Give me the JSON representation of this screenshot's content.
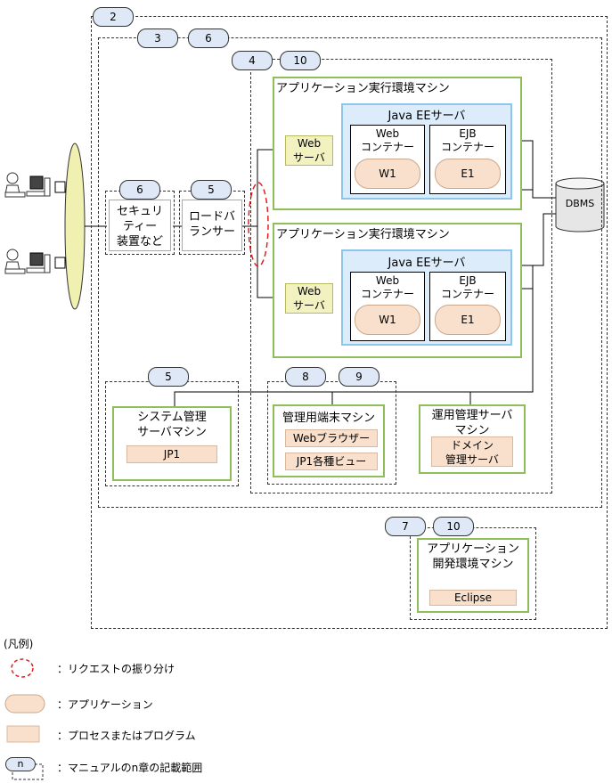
{
  "badges": {
    "outer": "2",
    "box_a1": "3",
    "box_a2": "6",
    "box_b1": "4",
    "box_b2": "10",
    "security": "6",
    "loadbalancer": "5",
    "sysmgmt": "5",
    "terminal1": "8",
    "terminal2": "9",
    "dev1": "7",
    "dev2": "10"
  },
  "app_machine_title": "アプリケーション実行環境マシン",
  "java_ee_server": "Java EEサーバ",
  "web_server": [
    "Web",
    "サーバ"
  ],
  "web_container": [
    "Web",
    "コンテナー"
  ],
  "ejb_container": [
    "EJB",
    "コンテナー"
  ],
  "app_w1": "W1",
  "app_e1": "E1",
  "dbms": "DBMS",
  "security_device": [
    "セキュリ",
    "ティー",
    "装置など"
  ],
  "load_balancer": [
    "ロードバ",
    "ランサー"
  ],
  "system_mgmt": {
    "title": [
      "システム管理",
      "サーバマシン"
    ],
    "program": "JP1"
  },
  "terminal": {
    "title": "管理用端末マシン",
    "programs": [
      "Webブラウザー",
      "JP1各種ビュー"
    ]
  },
  "ops_mgmt": {
    "title": [
      "運用管理サーバ",
      "マシン"
    ],
    "program": [
      "ドメイン",
      "管理サーバ"
    ]
  },
  "dev_machine": {
    "title": [
      "アプリケーション",
      "開発環境マシン"
    ],
    "program": "Eclipse"
  },
  "legend": {
    "title": "(凡例)",
    "items": [
      "：リクエストの振り分け",
      "：アプリケーション",
      "：プロセスまたはプログラム",
      "：マニュアルのn章の記載範囲"
    ],
    "badge_letter": "n"
  },
  "colors": {
    "machine_border": "#8fbf5a",
    "server_fill": "#dcecfb",
    "app_fill": "#f8e0cc",
    "web_server_fill": "#f2f2c0",
    "badge_fill": "#dfe8f6",
    "network_fill": "#f0f0b0",
    "distribution_mark": "#e02020"
  },
  "icons": [
    "client-computer-icon",
    "client-computer-icon",
    "database-icon"
  ]
}
